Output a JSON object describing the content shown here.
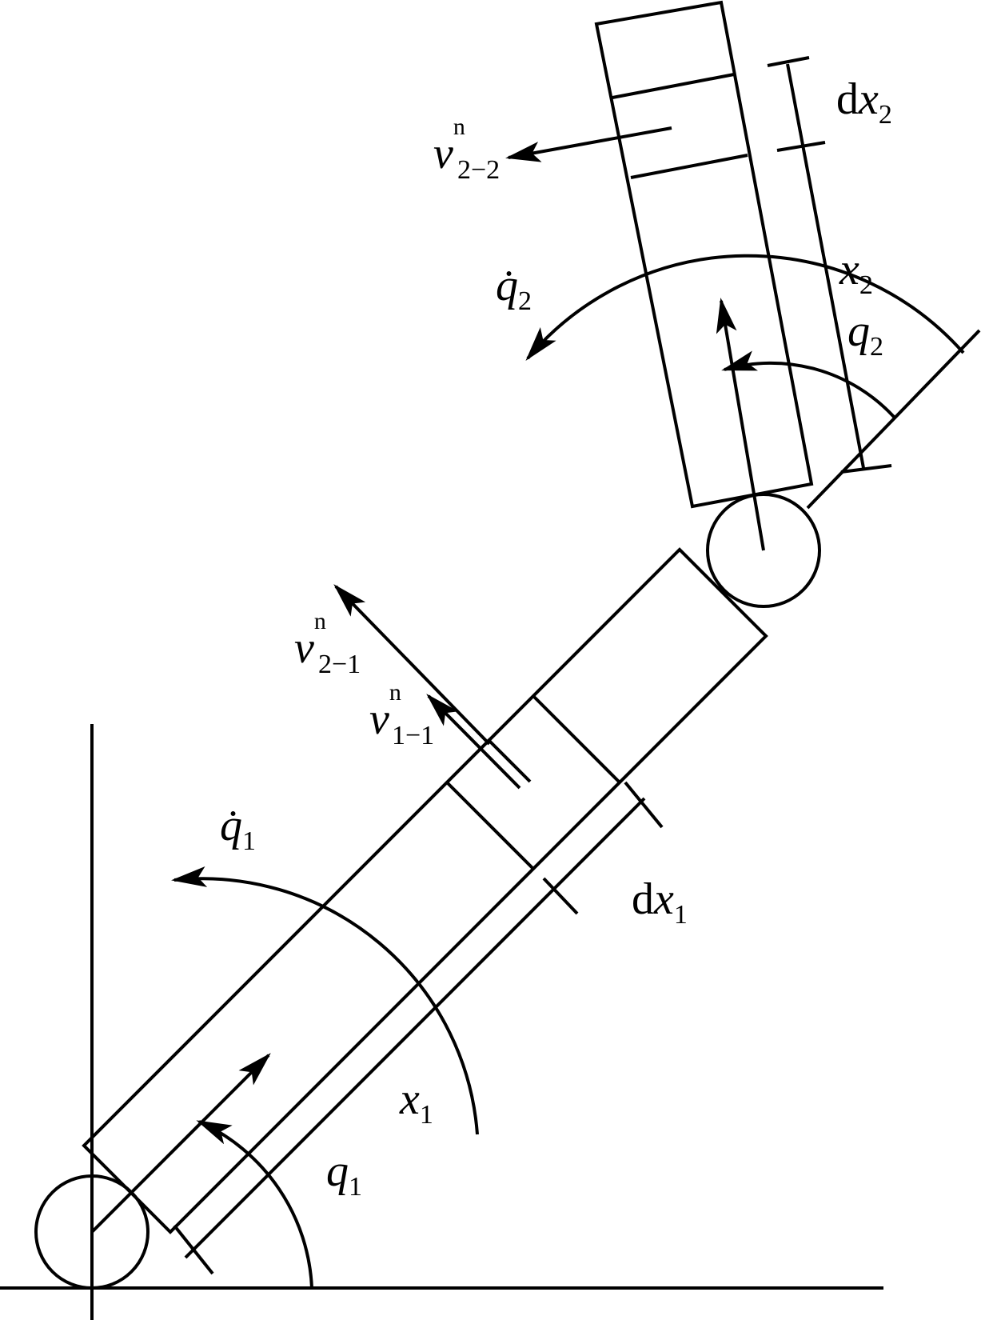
{
  "figure": {
    "labels": {
      "dx2": {
        "d": "d",
        "var": "x",
        "sub": "2"
      },
      "v22": {
        "var": "v",
        "sup": "n",
        "sub": "2−2"
      },
      "qdot2": {
        "var": "q̇",
        "sub": "2"
      },
      "x2": {
        "var": "x",
        "sub": "2"
      },
      "q2": {
        "var": "q",
        "sub": "2"
      },
      "v21": {
        "var": "v",
        "sup": "n",
        "sub": "2−1"
      },
      "v11": {
        "var": "v",
        "sup": "n",
        "sub": "1−1"
      },
      "qdot1": {
        "var": "q̇",
        "sub": "1"
      },
      "dx1": {
        "d": "d",
        "var": "x",
        "sub": "1"
      },
      "x1": {
        "var": "x",
        "sub": "1"
      },
      "q1": {
        "var": "q",
        "sub": "1"
      }
    }
  }
}
